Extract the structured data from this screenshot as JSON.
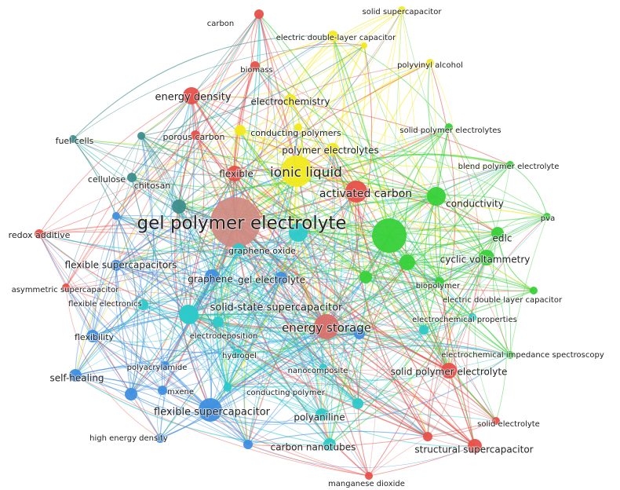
{
  "clusters": {
    "red": "#e8504a",
    "yellow": "#f2ea1d",
    "green": "#38d13a",
    "teal": "#2ec9c9",
    "blue": "#3f8fe0",
    "slate": "#3e8e8c"
  },
  "nodes": [
    {
      "id": "gpe",
      "label": "gel polymer electrolyte",
      "cluster": "red",
      "weight": 10
    },
    {
      "id": "il",
      "label": "ionic liquid",
      "cluster": "yellow",
      "weight": 6
    },
    {
      "id": "ac",
      "label": "activated carbon",
      "cluster": "red",
      "weight": 5
    },
    {
      "id": "es",
      "label": "energy storage",
      "cluster": "red",
      "weight": 5
    },
    {
      "id": "ssc",
      "label": "solid-state supercapacitor",
      "cluster": "teal",
      "weight": 5
    },
    {
      "id": "fsc",
      "label": "flexible supercapacitor",
      "cluster": "blue",
      "weight": 5
    },
    {
      "id": "ed",
      "label": "energy density",
      "cluster": "red",
      "weight": 4
    },
    {
      "id": "spe",
      "label": "solid polymer electrolyte",
      "cluster": "red",
      "weight": 4
    },
    {
      "id": "cv",
      "label": "cyclic voltammetry",
      "cluster": "green",
      "weight": 4
    },
    {
      "id": "cond",
      "label": "conductivity",
      "cluster": "green",
      "weight": 4
    },
    {
      "id": "edlc",
      "label": "edlc",
      "cluster": "green",
      "weight": 4
    },
    {
      "id": "graphene",
      "label": "graphene",
      "cluster": "blue",
      "weight": 4
    },
    {
      "id": "gel",
      "label": "gel electrolyte",
      "cluster": "blue",
      "weight": 4
    },
    {
      "id": "fscs",
      "label": "flexible supercapacitors",
      "cluster": "blue",
      "weight": 4
    },
    {
      "id": "structsc",
      "label": "structural supercapacitor",
      "cluster": "red",
      "weight": 4
    },
    {
      "id": "cnt",
      "label": "carbon nanotubes",
      "cluster": "teal",
      "weight": 4
    },
    {
      "id": "pani",
      "label": "polyaniline",
      "cluster": "teal",
      "weight": 4
    },
    {
      "id": "polyel",
      "label": "polymer electrolytes",
      "cluster": "yellow",
      "weight": 4
    },
    {
      "id": "echem",
      "label": "electrochemistry",
      "cluster": "yellow",
      "weight": 4
    },
    {
      "id": "selfheal",
      "label": "self-healing",
      "cluster": "blue",
      "weight": 4
    },
    {
      "id": "flexible",
      "label": "flexible",
      "cluster": "red",
      "weight": 4
    },
    {
      "id": "go",
      "label": "graphene oxide",
      "cluster": "teal",
      "weight": 3
    },
    {
      "id": "chitosan",
      "label": "chitosan",
      "cluster": "slate",
      "weight": 3
    },
    {
      "id": "cellulose",
      "label": "cellulose",
      "cluster": "slate",
      "weight": 3
    },
    {
      "id": "flexibility",
      "label": "flexibility",
      "cluster": "blue",
      "weight": 3
    },
    {
      "id": "redox",
      "label": "redox additive",
      "cluster": "red",
      "weight": 3
    },
    {
      "id": "porous",
      "label": "porous carbon",
      "cluster": "red",
      "weight": 3
    },
    {
      "id": "condpoly",
      "label": "conducting polymers",
      "cluster": "yellow",
      "weight": 3
    },
    {
      "id": "fuel",
      "label": "fuel cells",
      "cluster": "slate",
      "weight": 3
    },
    {
      "id": "carbon",
      "label": "carbon",
      "cluster": "red",
      "weight": 3
    },
    {
      "id": "biomass",
      "label": "biomass",
      "cluster": "red",
      "weight": 3
    },
    {
      "id": "solidsc",
      "label": "solid supercapacitor",
      "cluster": "yellow",
      "weight": 3
    },
    {
      "id": "edlcap",
      "label": "electric double-layer capacitor",
      "cluster": "yellow",
      "weight": 3
    },
    {
      "id": "pva",
      "label": "polyvinyl alcohol",
      "cluster": "yellow",
      "weight": 3
    },
    {
      "id": "spes",
      "label": "solid polymer electrolytes",
      "cluster": "green",
      "weight": 3
    },
    {
      "id": "blend",
      "label": "blend polymer electrolyte",
      "cluster": "green",
      "weight": 3
    },
    {
      "id": "pvaabbr",
      "label": "pva",
      "cluster": "green",
      "weight": 3
    },
    {
      "id": "biopoly",
      "label": "biopolymer",
      "cluster": "green",
      "weight": 3
    },
    {
      "id": "edlc2",
      "label": "electric double layer capacitor",
      "cluster": "green",
      "weight": 3
    },
    {
      "id": "echemprop",
      "label": "electrochemical properties",
      "cluster": "teal",
      "weight": 3
    },
    {
      "id": "eis",
      "label": "electrochemical impedance spectroscopy",
      "cluster": "green",
      "weight": 3
    },
    {
      "id": "asym",
      "label": "asymmetric supercapacitor",
      "cluster": "red",
      "weight": 3
    },
    {
      "id": "flexel",
      "label": "flexible electronics",
      "cluster": "teal",
      "weight": 3
    },
    {
      "id": "electrodep",
      "label": "electrodeposition",
      "cluster": "teal",
      "weight": 3
    },
    {
      "id": "hydrogel",
      "label": "hydrogel",
      "cluster": "teal",
      "weight": 3
    },
    {
      "id": "nanocomp",
      "label": "nanocomposite",
      "cluster": "teal",
      "weight": 3
    },
    {
      "id": "polyacryl",
      "label": "polyacrylamide",
      "cluster": "blue",
      "weight": 3
    },
    {
      "id": "mxene",
      "label": "mxene",
      "cluster": "blue",
      "weight": 3
    },
    {
      "id": "condpolymer",
      "label": "conducting polymer",
      "cluster": "teal",
      "weight": 3
    },
    {
      "id": "hed",
      "label": "high energy density",
      "cluster": "blue",
      "weight": 3
    },
    {
      "id": "solidel",
      "label": "solid electrolyte",
      "cluster": "red",
      "weight": 3
    },
    {
      "id": "mno2",
      "label": "manganese dioxide",
      "cluster": "red",
      "weight": 3
    }
  ]
}
